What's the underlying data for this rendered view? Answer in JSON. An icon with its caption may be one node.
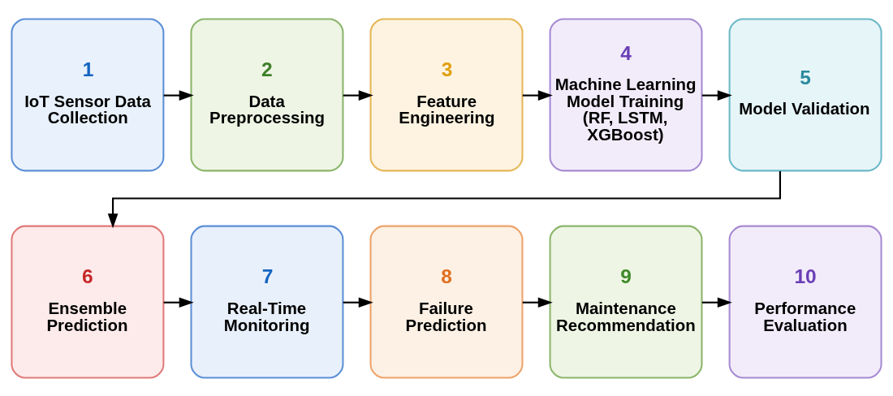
{
  "diagram": {
    "nodes": [
      {
        "text": [
          "1",
          "IoT Sensor Data Collection"
        ]
      },
      {
        "text": [
          "2",
          "Data Preprocessing"
        ]
      },
      {
        "text": [
          "3",
          "Feature Engineering"
        ]
      },
      {
        "text": [
          "4",
          "Machine Learning Model Training (RF, LSTM, XGBoost)"
        ]
      },
      {
        "text": [
          "5",
          "Model Validation"
        ]
      },
      {
        "text": [
          "6",
          "Ensemble Prediction"
        ]
      },
      {
        "text": [
          "7",
          "Real-Time Monitoring"
        ]
      },
      {
        "text": [
          "8",
          "Failure Prediction"
        ]
      },
      {
        "text": [
          "9",
          "Maintenance Recommendation"
        ]
      },
      {
        "text": [
          "10",
          "Performance Evaluation"
        ]
      }
    ],
    "edges": [
      {
        "from": 0,
        "to": 1,
        "arrow": "to"
      },
      {
        "from": 1,
        "to": 2,
        "arrow": "to"
      },
      {
        "from": 2,
        "to": 3,
        "arrow": "to"
      },
      {
        "from": 3,
        "to": 4,
        "arrow": "to"
      },
      {
        "from": 4,
        "to": 5,
        "arrow": "to"
      },
      {
        "from": 5,
        "to": 6,
        "arrow": "to"
      },
      {
        "from": 6,
        "to": 7,
        "arrow": "to"
      },
      {
        "from": 7,
        "to": 8,
        "arrow": "to"
      },
      {
        "from": 8,
        "to": 9,
        "arrow": "to"
      }
    ]
  }
}
